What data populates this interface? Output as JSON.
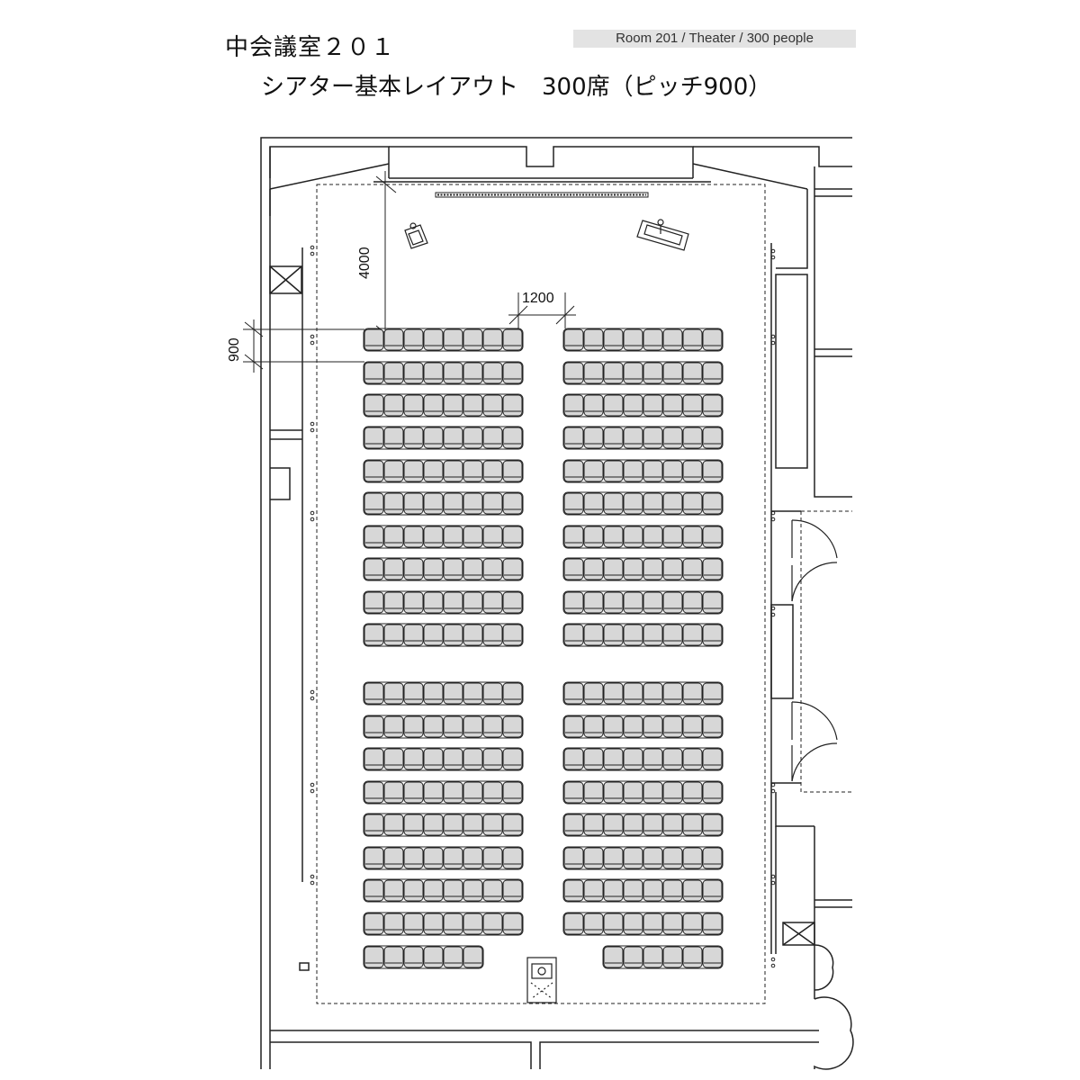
{
  "header": {
    "room_name": "中会議室２０１",
    "layout_title": "シアター基本レイアウト　300席（ピッチ900）",
    "badge": "Room 201 / Theater / 300 people"
  },
  "dimensions": {
    "stage_clearance": "4000",
    "aisle_width": "1200",
    "row_pitch": "900"
  },
  "seating": {
    "total_seats": 300,
    "sections": [
      {
        "name": "left-front",
        "rows": 10,
        "seats_per_row": 8
      },
      {
        "name": "right-front",
        "rows": 10,
        "seats_per_row": 8
      },
      {
        "name": "left-rear",
        "rows": 8,
        "seats_per_row": 8,
        "last_row_seats": 6
      },
      {
        "name": "right-rear",
        "rows": 8,
        "seats_per_row": 8,
        "last_row_seats": 6
      }
    ]
  },
  "colors": {
    "seat_fill": "#d7d7d7",
    "line": "#222222",
    "badge_bg": "#e3e3e3"
  }
}
